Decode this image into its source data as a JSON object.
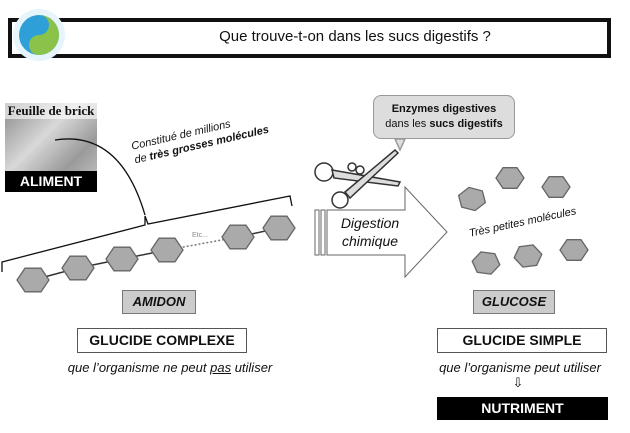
{
  "title": "Que trouve-t-on dans les sucs digestifs ?",
  "food": {
    "photo_label": "Feuille de brick",
    "category": "ALIMENT"
  },
  "annotation_left": {
    "line1": "Constitué de millions",
    "line2_prefix": "de ",
    "line2_bold": "très grosses molécules"
  },
  "chain_etc": "Etc...",
  "bubble": {
    "line1": "Enzymes digestives",
    "line2_prefix": "dans les ",
    "line2_bold": "sucs digestifs"
  },
  "process": {
    "line1": "Digestion",
    "line2": "chimique"
  },
  "small_molecules": "Très petites molécules",
  "left": {
    "molecule": "AMIDON",
    "type": "GLUCIDE COMPLEXE",
    "note_prefix": "que l’organisme ne peut ",
    "note_underlined": "pas",
    "note_suffix": " utiliser"
  },
  "right": {
    "molecule": "GLUCOSE",
    "type": "GLUCIDE SIMPLE",
    "note": "que l’organisme peut utiliser",
    "arrow": "⇩",
    "result": "NUTRIMENT"
  }
}
